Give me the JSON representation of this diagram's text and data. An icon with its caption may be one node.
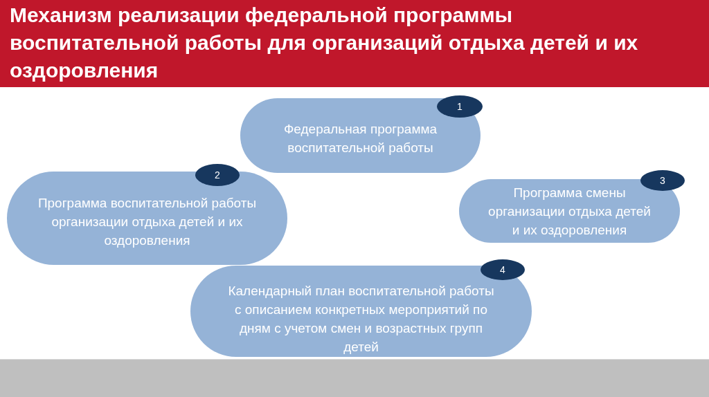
{
  "diagram": {
    "title": "Механизм реализации федеральной программы воспитательной работы для организаций отдыха детей и их оздоровления",
    "nodes": [
      {
        "text": [
          "Федеральная программа воспитательной работы"
        ]
      },
      {
        "text": [
          "1"
        ]
      },
      {
        "text": [
          "Программа воспитательной работы организации отдыха детей и их оздоровления"
        ]
      },
      {
        "text": [
          "2"
        ]
      },
      {
        "text": [
          "Программа смены организации отдыха детей и их оздоровления"
        ]
      },
      {
        "text": [
          "3"
        ]
      },
      {
        "text": [
          "Календарный план воспитательной работы с описанием конкретных мероприятий по дням с учетом смен и возрастных групп детей"
        ]
      },
      {
        "text": [
          "4"
        ]
      }
    ]
  }
}
